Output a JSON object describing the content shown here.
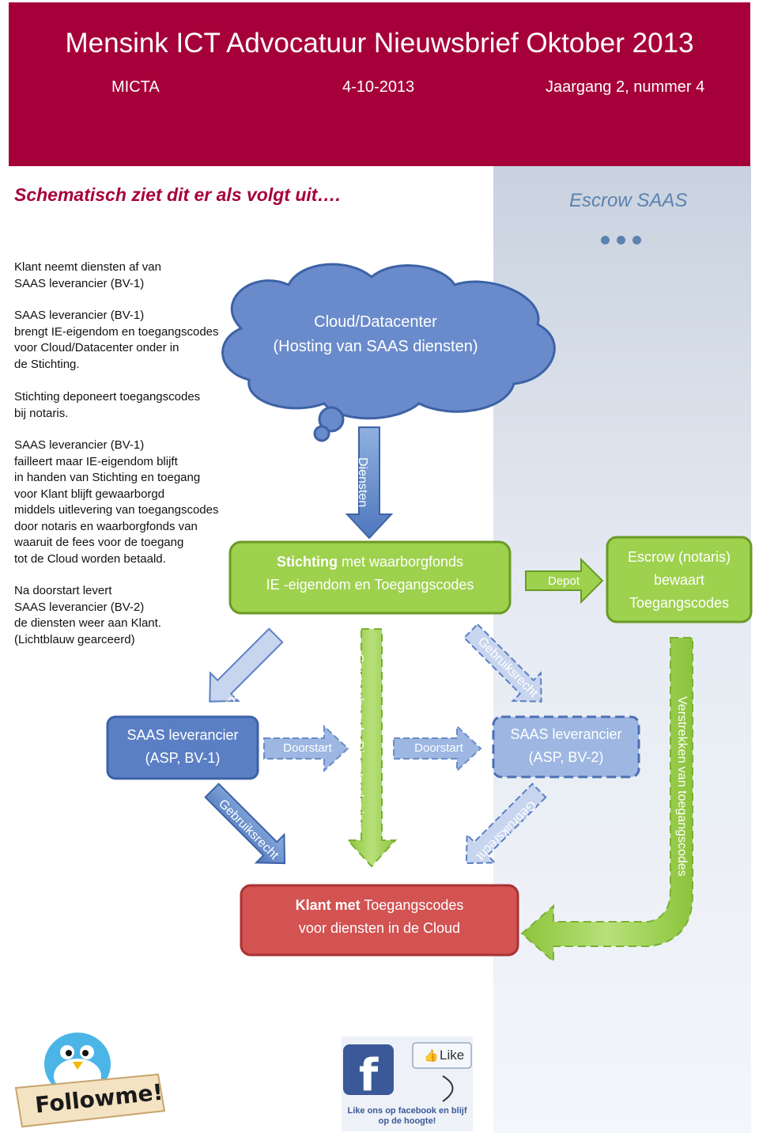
{
  "header": {
    "title": "Mensink ICT Advocatuur Nieuwsbrief Oktober 2013",
    "org": "MICTA",
    "date": "4-10-2013",
    "issue": "Jaargang 2, nummer 4"
  },
  "section_heading": "Schematisch ziet dit er als volgt uit….",
  "sidebar": {
    "title": "Escrow SAAS"
  },
  "description": [
    [
      "Klant neemt diensten af van",
      "SAAS leverancier (BV-1)"
    ],
    [
      "SAAS leverancier (BV-1)",
      "brengt IE-eigendom en toegangscodes",
      "voor Cloud/Datacenter onder in",
      "de Stichting."
    ],
    [
      "Stichting deponeert toegangscodes",
      "bij notaris."
    ],
    [
      "SAAS leverancier (BV-1)",
      "failleert maar IE-eigendom blijft",
      "in handen van Stichting en toegang",
      "voor Klant blijft gewaarborgd",
      "middels uitlevering van toegangscodes",
      "door notaris en waarborgfonds van",
      "waaruit de fees voor de toegang",
      "tot de Cloud worden betaald."
    ],
    [
      "Na doorstart levert",
      "SAAS leverancier (BV-2)",
      "de diensten weer aan Klant.",
      "(Lichtblauw gearceerd)"
    ]
  ],
  "diagram": {
    "cloud": {
      "line1": "Cloud/Datacenter",
      "line2": "(Hosting van SAAS diensten)"
    },
    "stichting": {
      "bold": "Stichting",
      "rest": " met waarborgfonds",
      "line2": "IE -eigendom en Toegangscodes"
    },
    "escrow": {
      "line1": "Escrow (notaris)",
      "line2": "bewaart",
      "line3": "Toegangscodes"
    },
    "saas_bv1": {
      "line1": "SAAS leverancier",
      "line2": "(ASP, BV-1)"
    },
    "saas_bv2": {
      "line1": "SAAS leverancier",
      "line2": "(ASP, BV-2)"
    },
    "klant": {
      "bold": "Klant met",
      "rest": " Toegangscodes",
      "line2": "voor diensten in de Cloud"
    },
    "arrows": {
      "diensten": "Diensten",
      "depot": "Depot",
      "gebruiksrecht": "Gebruiksrecht",
      "doorstart": "Doorstart",
      "gewaarborgde": "Gewaarborgde Dienstverlening",
      "verstrekken": "Verstrekken van toegangscodes"
    }
  },
  "footer": {
    "follow_badge": "Followme!",
    "facebook_like": "Like",
    "facebook_caption_1": "Like ons op facebook en blijf",
    "facebook_caption_2": "op de hoogte!"
  },
  "colors": {
    "brand": "#a6003b",
    "cloud": "#6b8cc9",
    "green": "#9bd24b",
    "blue_box": "#5b7fc4",
    "light_blue_box": "#9db7e2",
    "red_box": "#d25050"
  }
}
